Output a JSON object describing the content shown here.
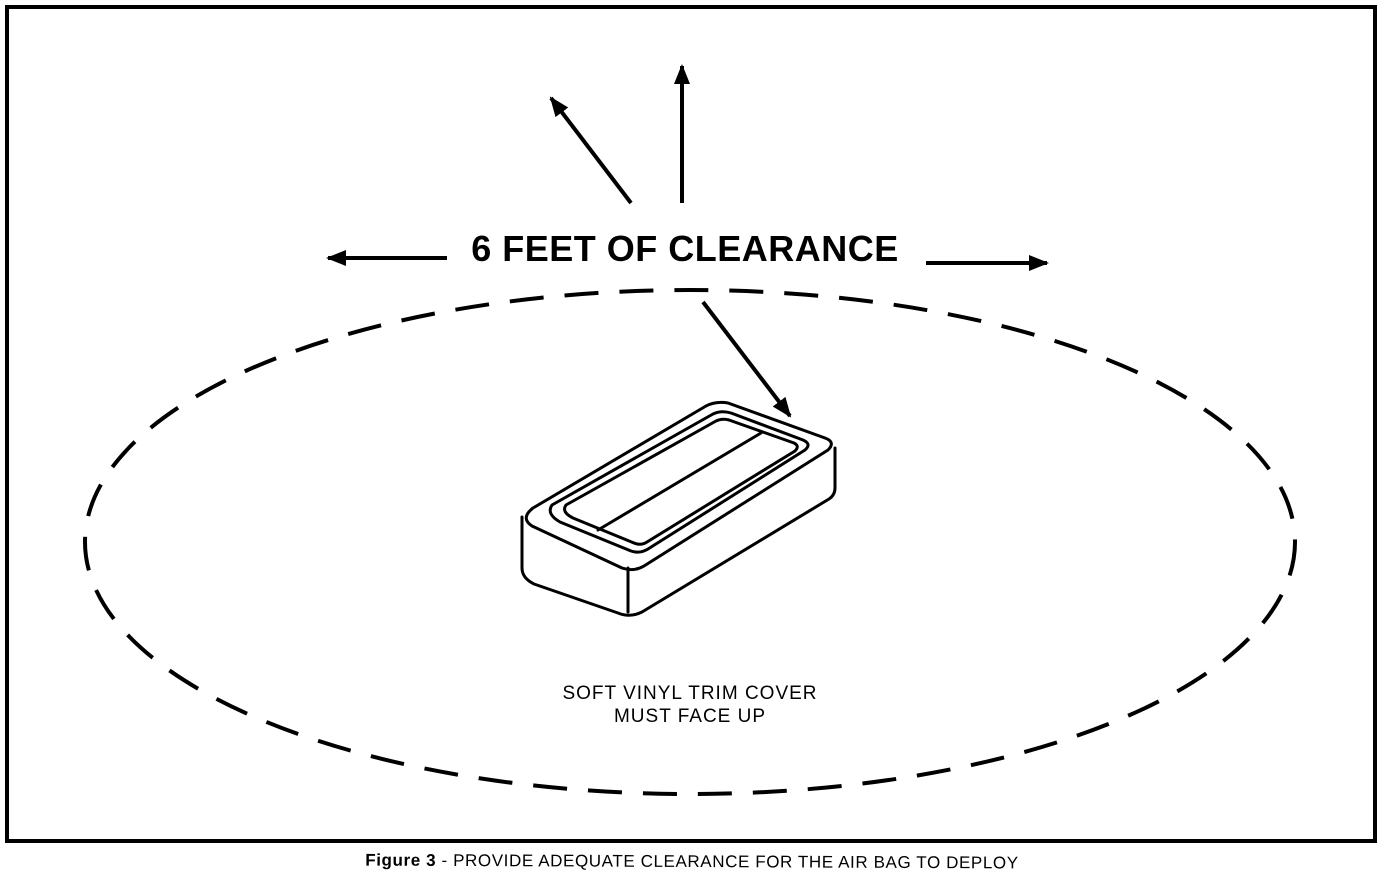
{
  "diagram": {
    "clearance_label": "6 FEET OF CLEARANCE",
    "note_line_1": "SOFT VINYL TRIM COVER",
    "note_line_2": "MUST FACE UP"
  },
  "caption": {
    "figure_label": "Figure 3",
    "separator": " - ",
    "text": "PROVIDE ADEQUATE CLEARANCE FOR THE AIR BAG TO DEPLOY"
  },
  "colors": {
    "ink": "#000000",
    "paper": "#ffffff"
  },
  "icons": {
    "module": "air-bag-module-icon",
    "arrow": "arrow-icon"
  }
}
